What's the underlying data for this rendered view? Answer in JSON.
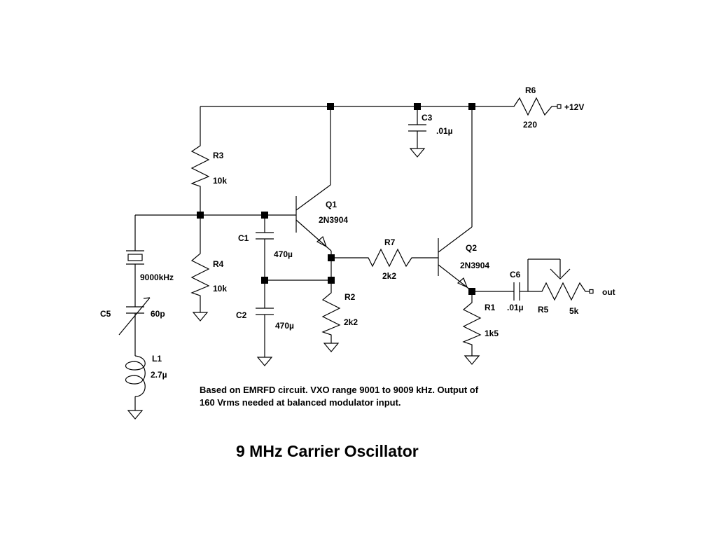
{
  "labels": {
    "r6": "R6",
    "r6_val": "220",
    "supply": "+12V",
    "c3": "C3",
    "c3_val": ".01µ",
    "r3": "R3",
    "r3_val": "10k",
    "q1": "Q1",
    "q1_part": "2N3904",
    "c1": "C1",
    "c1_val": "470µ",
    "r7": "R7",
    "r7_val": "2k2",
    "q2": "Q2",
    "q2_part": "2N3904",
    "xtal_val": "9000kHz",
    "r4": "R4",
    "r4_val": "10k",
    "c6": "C6",
    "c6_val": ".01µ",
    "out": "out",
    "r1": "R1",
    "r1_val": "1k5",
    "r5": "R5",
    "r5_val": "5k",
    "c5": "C5",
    "c5_val": "60p",
    "c2": "C2",
    "c2_val": "470µ",
    "r2": "R2",
    "r2_val": "2k2",
    "l1": "L1",
    "l1_val": "2.7µ"
  },
  "note": {
    "line1": "Based on EMRFD circuit.  VXO range 9001 to 9009 kHz.  Output of",
    "line2": "160 Vrms needed at balanced modulator input."
  },
  "title": "9 MHz Carrier Oscillator"
}
